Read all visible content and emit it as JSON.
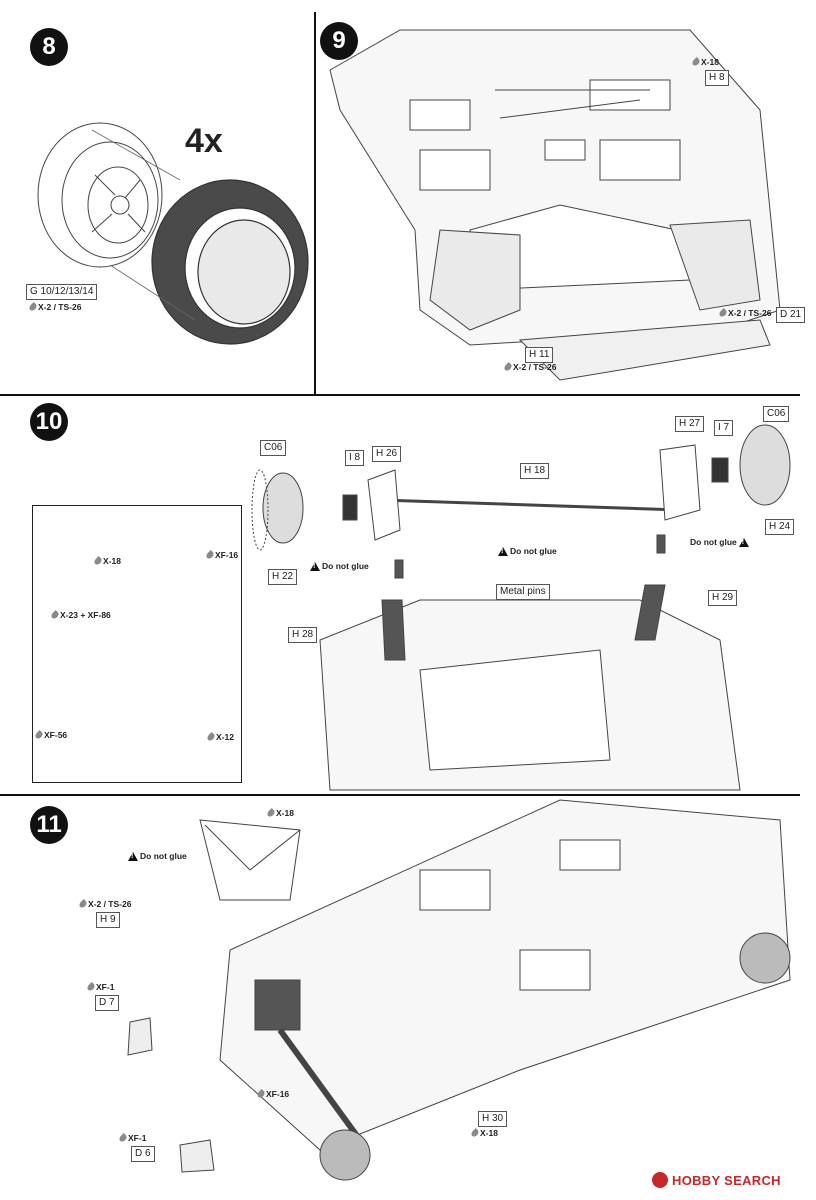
{
  "steps": {
    "s8": {
      "number": "8",
      "multiplier": "4x",
      "part": "G 10/12/13/14",
      "paint": "X-2 / TS-26"
    },
    "s9": {
      "number": "9",
      "x18": "X-18",
      "h8": "H 8",
      "x2ts26_right": "X-2 / TS-26",
      "d21": "D 21",
      "h11": "H 11",
      "x2ts26_bottom": "X-2 / TS-26"
    },
    "s10": {
      "number": "10",
      "c06_left": "C06",
      "i8": "I 8",
      "h26": "H 26",
      "h18": "H 18",
      "h27": "H 27",
      "i7": "I 7",
      "c06_right": "C06",
      "h22": "H 22",
      "h24": "H 24",
      "h28": "H 28",
      "h29": "H 29",
      "do_not_glue_1": "Do not glue",
      "do_not_glue_2": "Do not glue",
      "do_not_glue_3": "Do not glue",
      "metal_pins": "Metal pins",
      "inset": {
        "x18": "X-18",
        "xf16": "XF-16",
        "x23": "X-23 + XF-86",
        "xf56": "XF-56",
        "x12": "X-12"
      }
    },
    "s11": {
      "number": "11",
      "x18_top": "X-18",
      "do_not_glue": "Do not glue",
      "x2ts26": "X-2 / TS-26",
      "h9": "H 9",
      "xf1_top": "XF-1",
      "d7": "D 7",
      "xf16": "XF-16",
      "h30": "H 30",
      "x18_bottom": "X-18",
      "xf1_bottom": "XF-1",
      "d6": "D 6"
    }
  },
  "watermark": {
    "text": "HOBBY SEARCH"
  }
}
